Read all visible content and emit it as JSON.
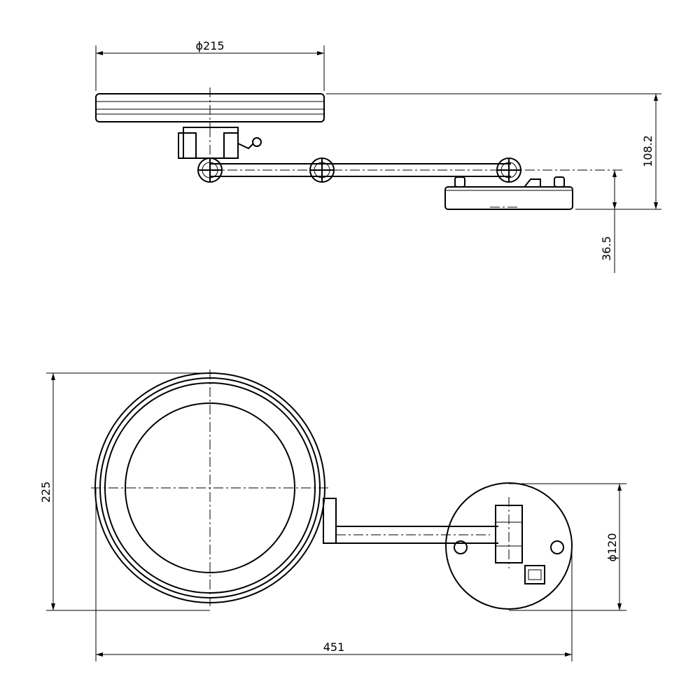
{
  "dimensions": {
    "mirror_diameter": "ϕ215",
    "total_height": "108.2",
    "base_depth": "36.5",
    "mirror_height": "225",
    "base_diameter": "ϕ120",
    "total_length": "451"
  },
  "colors": {
    "line": "#000000",
    "background": "#ffffff"
  }
}
